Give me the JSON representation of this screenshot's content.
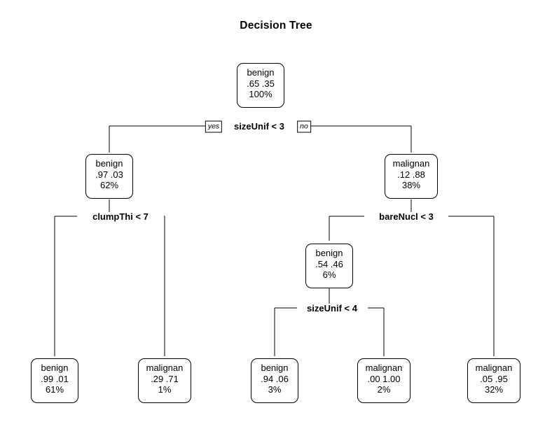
{
  "title": "Decision Tree",
  "branch_labels": {
    "yes": "yes",
    "no": "no"
  },
  "chart_data": {
    "type": "tree",
    "title": "Decision Tree",
    "description": "rpart classification tree for breast cancer diagnosis (benign vs malignan)",
    "classes": [
      "benign",
      "malignan"
    ],
    "node_fields": [
      "predicted_class",
      "class_probabilities",
      "percent_of_data"
    ],
    "nodes": [
      {
        "id": "root",
        "predicted_class": "benign",
        "prob_text": ".65  .35",
        "probabilities": [
          0.65,
          0.35
        ],
        "percent": "100%",
        "percent_value": 100,
        "depth": 0,
        "is_leaf": false,
        "split": "sizeUnif < 3"
      },
      {
        "id": "n2",
        "predicted_class": "benign",
        "prob_text": ".97  .03",
        "probabilities": [
          0.97,
          0.03
        ],
        "percent": "62%",
        "percent_value": 62,
        "depth": 1,
        "is_leaf": false,
        "split": "clumpThi < 7",
        "branch_from_parent": "yes"
      },
      {
        "id": "n3",
        "predicted_class": "malignan",
        "prob_text": ".12  .88",
        "probabilities": [
          0.12,
          0.88
        ],
        "percent": "38%",
        "percent_value": 38,
        "depth": 1,
        "is_leaf": false,
        "split": "bareNucl < 3",
        "branch_from_parent": "no"
      },
      {
        "id": "n6",
        "predicted_class": "benign",
        "prob_text": ".54  .46",
        "probabilities": [
          0.54,
          0.46
        ],
        "percent": "6%",
        "percent_value": 6,
        "depth": 2,
        "is_leaf": false,
        "split": "sizeUnif < 4"
      },
      {
        "id": "leaf1",
        "predicted_class": "benign",
        "prob_text": ".99  .01",
        "probabilities": [
          0.99,
          0.01
        ],
        "percent": "61%",
        "percent_value": 61,
        "depth": 3,
        "is_leaf": true
      },
      {
        "id": "leaf2",
        "predicted_class": "malignan",
        "prob_text": ".29  .71",
        "probabilities": [
          0.29,
          0.71
        ],
        "percent": "1%",
        "percent_value": 1,
        "depth": 3,
        "is_leaf": true
      },
      {
        "id": "leaf3",
        "predicted_class": "benign",
        "prob_text": ".94  .06",
        "probabilities": [
          0.94,
          0.06
        ],
        "percent": "3%",
        "percent_value": 3,
        "depth": 3,
        "is_leaf": true
      },
      {
        "id": "leaf4",
        "predicted_class": "malignan",
        "prob_text": ".00  1.00",
        "probabilities": [
          0.0,
          1.0
        ],
        "percent": "2%",
        "percent_value": 2,
        "depth": 3,
        "is_leaf": true
      },
      {
        "id": "leaf5",
        "predicted_class": "malignan",
        "prob_text": ".05  .95",
        "probabilities": [
          0.05,
          0.95
        ],
        "percent": "32%",
        "percent_value": 32,
        "depth": 3,
        "is_leaf": true
      }
    ],
    "splits": [
      {
        "id": "s_root",
        "label": "sizeUnif < 3",
        "parent": "root",
        "children": [
          "n2",
          "n3"
        ]
      },
      {
        "id": "s_left",
        "label": "clumpThi < 7",
        "parent": "n2",
        "children": [
          "leaf1",
          "leaf2"
        ]
      },
      {
        "id": "s_right",
        "label": "bareNucl < 3",
        "parent": "n3",
        "children": [
          "n6",
          "leaf5"
        ]
      },
      {
        "id": "s_mid",
        "label": "sizeUnif < 4",
        "parent": "n6",
        "children": [
          "leaf3",
          "leaf4"
        ]
      }
    ]
  }
}
